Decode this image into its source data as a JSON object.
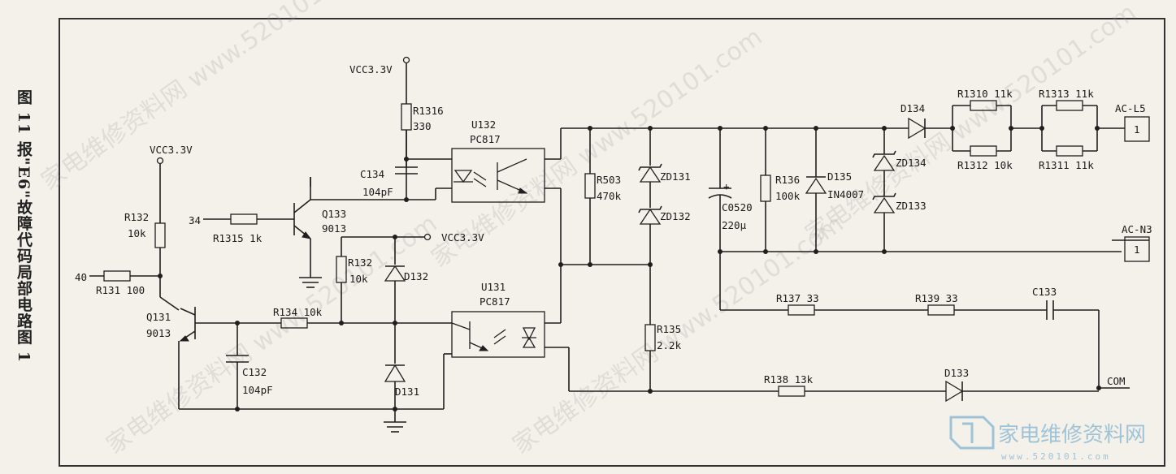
{
  "caption": "图 11 报\"E6\"故障代码局部电路图 1",
  "watermark": "家电维修资料网 www.520101.com",
  "logo": {
    "name": "家电维修资料网",
    "url": "www.520101.com"
  },
  "labels": {
    "vcc_top": "VCC3.3V",
    "r1316_name": "R1316",
    "r1316_val": "330",
    "u132_name": "U132",
    "u132_val": "PC817",
    "c134_name": "C134",
    "c134_val": "104pF",
    "q133_name": "Q133",
    "q133_val": "9013",
    "in34": "34",
    "r1315": "R1315  1k",
    "vcc_left": "VCC3.3V",
    "r132a_name": "R132",
    "r132a_val": "10k",
    "in40": "40",
    "r131": "R131  100",
    "q131_name": "Q131",
    "q131_val": "9013",
    "c132_name": "C132",
    "c132_val": "104pF",
    "r134": "R134  10k",
    "r132b_name": "R132",
    "r132b_val": "10k",
    "vcc_mid": "VCC3.3V",
    "d132": "D132",
    "d131": "D131",
    "u131_name": "U131",
    "u131_val": "PC817",
    "r503_name": "R503",
    "r503_val": "470k",
    "zd131": "ZD131",
    "zd132": "ZD132",
    "r135_name": "R135",
    "r135_val": "2.2k",
    "plus": "+",
    "c0520_name": "C0520",
    "c0520_val": "220μ",
    "r136_name": "R136",
    "r136_val": "100k",
    "d135_name": "D135",
    "d135_val": "IN4007",
    "zd134": "ZD134",
    "zd133": "ZD133",
    "d134": "D134",
    "r1310": "R1310  11k",
    "r1312": "R1312  10k",
    "r1313": "R1313  11k",
    "r1311": "R1311  11k",
    "acl5": "AC-L5",
    "acn3": "AC-N3",
    "conn1": "1",
    "conn2": "1",
    "r137": "R137  33",
    "r139": "R139  33",
    "c133": "C133",
    "r138": "R138  13k",
    "d133": "D133",
    "com": "COM"
  }
}
